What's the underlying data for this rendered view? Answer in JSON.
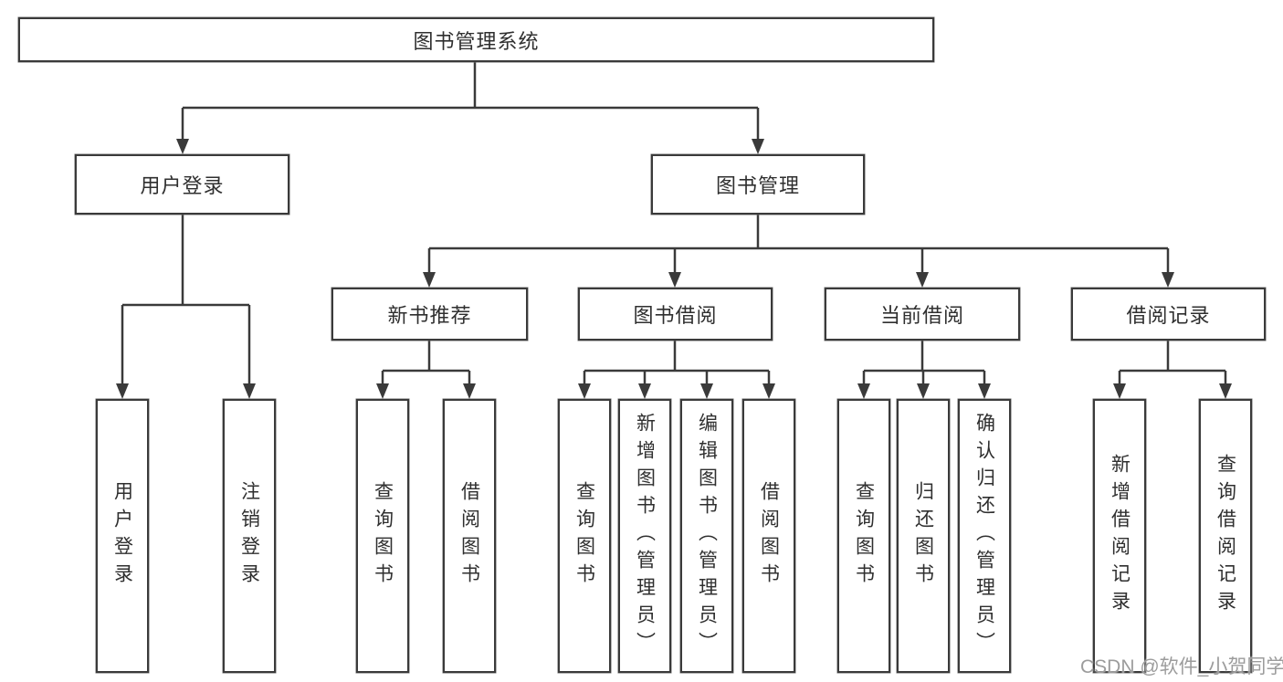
{
  "diagram_type": "hierarchy-tree",
  "colors": {
    "line": "#3a3a3a",
    "text": "#2f2f2f",
    "box_background": "#ffffff",
    "watermark_text_color": "#9c9c9c"
  },
  "tree": {
    "root": {
      "label": "图书管理系统",
      "children": [
        {
          "label": "用户登录",
          "children": [
            {
              "label": "用户登录"
            },
            {
              "label": "注销登录"
            }
          ]
        },
        {
          "label": "图书管理",
          "children": [
            {
              "label": "新书推荐",
              "children": [
                {
                  "label": "查询图书"
                },
                {
                  "label": "借阅图书"
                }
              ]
            },
            {
              "label": "图书借阅",
              "children": [
                {
                  "label": "查询图书"
                },
                {
                  "label": "新增图书（管理员）"
                },
                {
                  "label": "编辑图书（管理员）"
                },
                {
                  "label": "借阅图书"
                }
              ]
            },
            {
              "label": "当前借阅",
              "children": [
                {
                  "label": "查询图书"
                },
                {
                  "label": "归还图书"
                },
                {
                  "label": "确认归还（管理员）"
                }
              ]
            },
            {
              "label": "借阅记录",
              "children": [
                {
                  "label": "新增借阅记录"
                },
                {
                  "label": "查询借阅记录"
                }
              ]
            }
          ]
        }
      ]
    }
  },
  "watermark": "CSDN @软件_小贺同学"
}
